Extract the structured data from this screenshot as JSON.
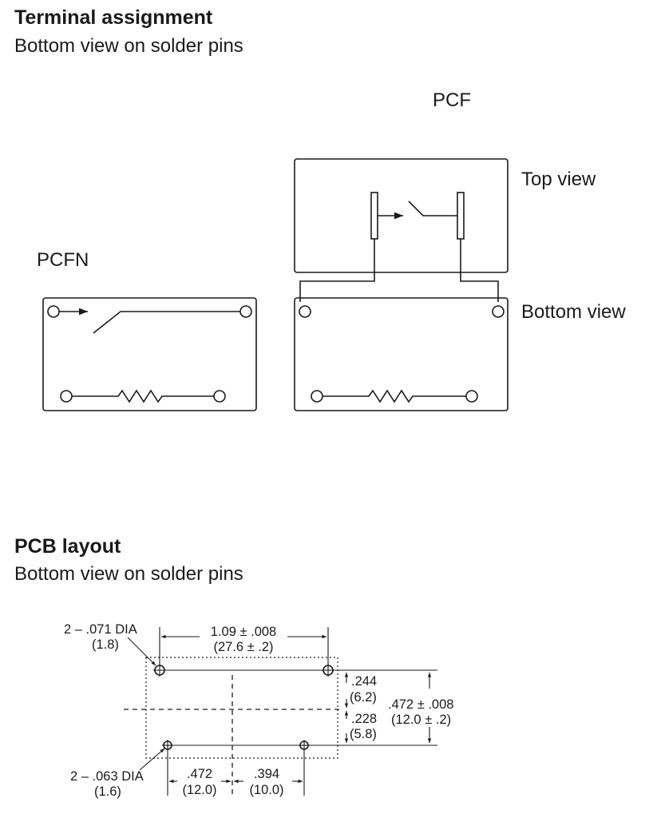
{
  "terminal": {
    "title": "Terminal assignment",
    "subtitle": "Bottom view on solder pins",
    "pcf_label": "PCF",
    "pcfn_label": "PCFN",
    "top_view_label": "Top view",
    "bottom_view_label": "Bottom view"
  },
  "pcb": {
    "title": "PCB layout",
    "subtitle": "Bottom view on solder pins",
    "hole1_line1": "2 – .071 DIA",
    "hole1_line2": "(1.8)",
    "hole2_line1": "2 – .063 DIA",
    "hole2_line2": "(1.6)",
    "width_in": "1.09 ± .008",
    "width_mm": "(27.6 ± .2)",
    "upper_in": ".244",
    "upper_mm": "(6.2)",
    "lower_in": ".228",
    "lower_mm": "(5.8)",
    "height_in": ".472 ± .008",
    "height_mm": "(12.0 ± .2)",
    "left_in": ".472",
    "left_mm": "(12.0)",
    "right_in": ".394",
    "right_mm": "(10.0)"
  }
}
